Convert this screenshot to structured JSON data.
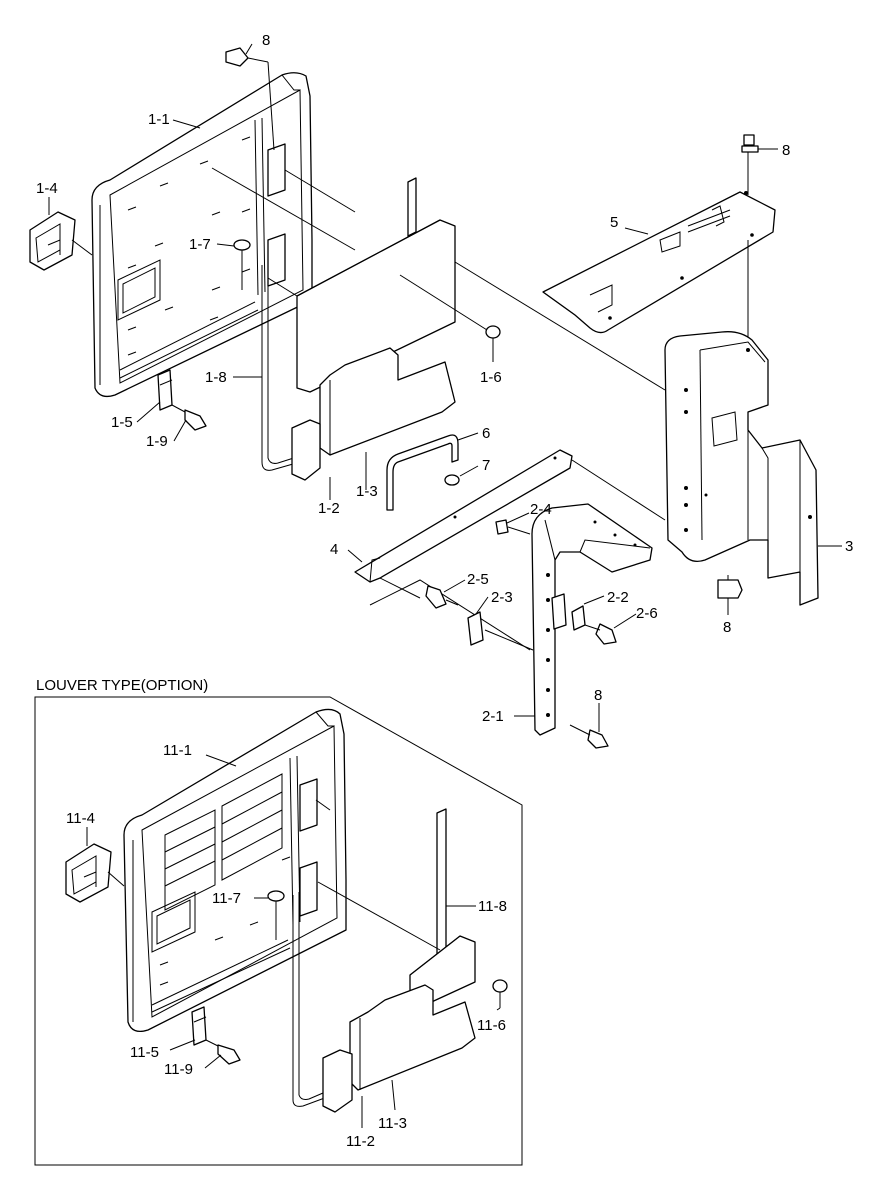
{
  "section_title": "LOUVER TYPE(OPTION)",
  "callouts": {
    "c8a": "8",
    "c1_1": "1-1",
    "c1_4": "1-4",
    "c1_7": "1-7",
    "c1_8": "1-8",
    "c1_5": "1-5",
    "c1_9": "1-9",
    "c1_6": "1-6",
    "c1_3": "1-3",
    "c1_2": "1-2",
    "c5": "5",
    "c8b": "8",
    "c6": "6",
    "c7": "7",
    "c4": "4",
    "c3": "3",
    "c8c": "8",
    "c2_4": "2-4",
    "c2_5": "2-5",
    "c2_3": "2-3",
    "c2_2": "2-2",
    "c2_6": "2-6",
    "c8d": "8",
    "c2_1": "2-1",
    "c11_1": "11-1",
    "c11_4": "11-4",
    "c11_7": "11-7",
    "c11_8": "11-8",
    "c11_5": "11-5",
    "c11_9": "11-9",
    "c11_6": "11-6",
    "c11_3": "11-3",
    "c11_2": "11-2"
  }
}
